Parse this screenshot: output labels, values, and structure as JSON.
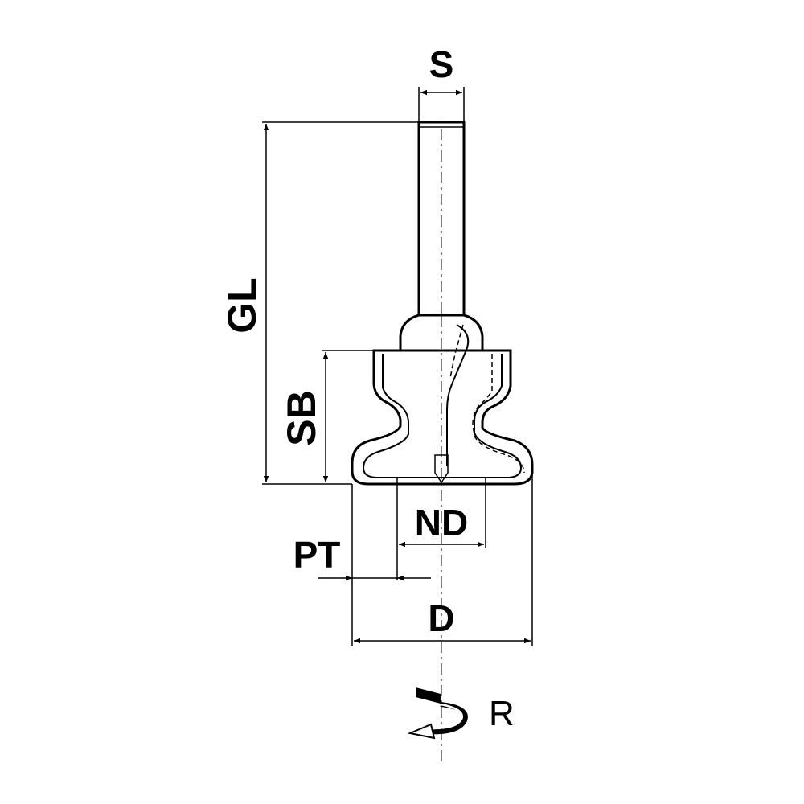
{
  "labels": {
    "shank_diameter": "S",
    "total_length": "GL",
    "cutting_height": "SB",
    "neck_diameter": "ND",
    "profile_depth": "PT",
    "cutting_diameter": "D",
    "rotation": "R"
  },
  "colors": {
    "line": "#000000",
    "background": "#ffffff"
  }
}
